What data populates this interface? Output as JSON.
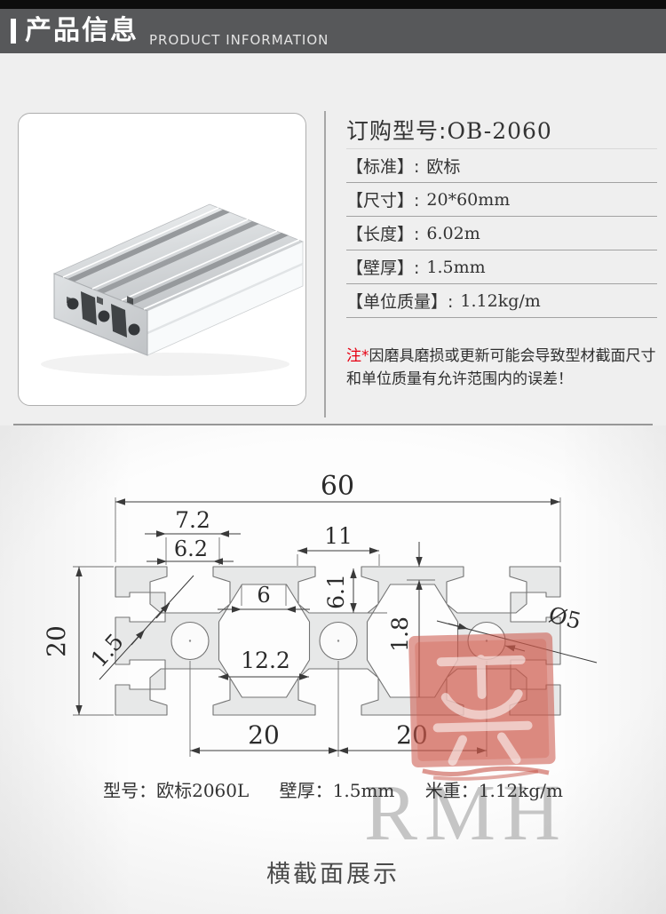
{
  "header": {
    "title_zh": "产品信息",
    "title_en": "PRODUCT INFORMATION"
  },
  "product": {
    "order_label": "订购型号:",
    "order_value": "OB-2060",
    "rows": [
      {
        "label": "【标准】:",
        "value": "欧标"
      },
      {
        "label": "【尺寸】:",
        "value": "20*60mm"
      },
      {
        "label": "【长度】:",
        "value": "6.02m"
      },
      {
        "label": "【壁厚】:",
        "value": "1.5mm"
      },
      {
        "label": "【单位质量】:",
        "value": "1.12kg/m"
      }
    ],
    "note_mark": "注*",
    "note_text": "因磨具磨损或更新可能会导致型材截面尺寸和单位质量有允许范围内的误差！"
  },
  "drawing": {
    "dims": {
      "width_total": "60",
      "tooth_outer": "7.2",
      "slot_opening": "6.2",
      "cavity_width": "11",
      "slot_depth": "6.1",
      "lip_thickness": "1.8",
      "chamber_waist": "6",
      "chamber_width": "12.2",
      "wall": "1.5",
      "hole_dia": "Ø5",
      "height_total": "20",
      "pitch_left": "20",
      "pitch_right": "20"
    },
    "footer": {
      "model_label": "型号：",
      "model": "欧标2060L",
      "wall_label": "壁厚：",
      "wall": "1.5mm",
      "weight_label": "米重：",
      "weight": "1.12kg/m"
    },
    "watermark": "RMH",
    "caption": "横截面展示"
  },
  "colors": {
    "accent_red": "#e60012",
    "header_gray": "#57585a",
    "seal_red": "#cb5246"
  }
}
